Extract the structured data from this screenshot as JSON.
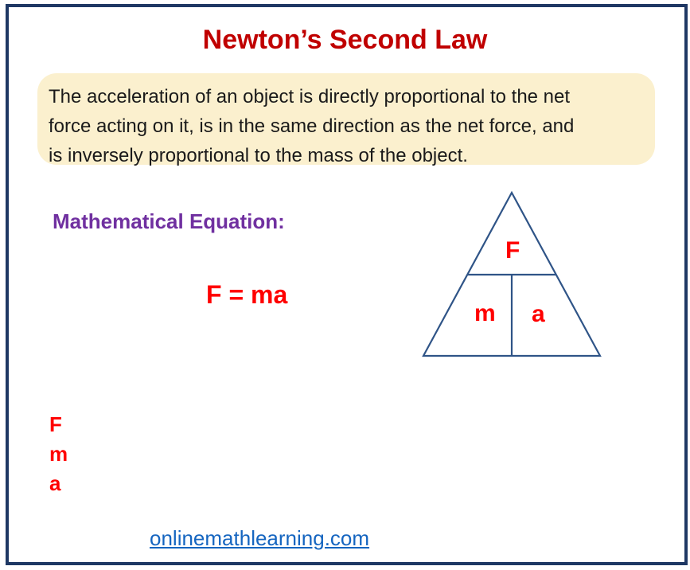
{
  "page": {
    "title": "Newton’s Second Law"
  },
  "definition": {
    "lines": [
      "The acceleration of an object is directly proportional to the net",
      "force acting on it, is in the same direction as the net force, and",
      "is inversely proportional to the mass of the object."
    ]
  },
  "equation": {
    "label": "Mathematical Equation:",
    "formula": "F = ma"
  },
  "triangle": {
    "top": "F",
    "bottom_left": "m",
    "bottom_right": "a"
  },
  "legend": {
    "items": [
      "F",
      "m",
      "a"
    ]
  },
  "footer": {
    "link": "onlinemathlearning.com"
  },
  "colors": {
    "frame_border": "#1F3864",
    "title_text": "#C00000",
    "definition_bg": "#FBF0CE",
    "definition_text": "#1A1A1A",
    "equation_label": "#7030A0",
    "accent_red": "#FF0000",
    "triangle_stroke": "#2F5487",
    "link_text": "#1565C0"
  }
}
